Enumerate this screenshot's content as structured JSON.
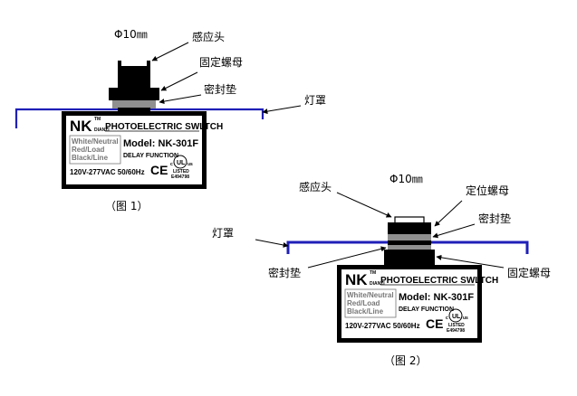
{
  "diagram1": {
    "dim_label": "Φ10㎜",
    "sensor_label": "感应头",
    "nut_label": "固定螺母",
    "gasket_label": "密封垫",
    "shade_label": "灯罩",
    "caption": "（图 1）"
  },
  "diagram2": {
    "dim_label": "Φ10㎜",
    "sensor_label": "感应头",
    "locating_nut_label": "定位螺母",
    "gasket_top_label": "密封垫",
    "shade_label": "灯罩",
    "gasket_bottom_label": "密封垫",
    "fixing_nut_label": "固定螺母",
    "caption": "（图 2）"
  },
  "product": {
    "brand": "NK",
    "brand_tm": "TM",
    "brand_sub": "DIANZI",
    "title": "PHOTOELECTRIC SWLTCH",
    "model": "Model:  NK-301F",
    "delay": "DELAY FUNCTION",
    "wires": [
      "White/Neutral",
      "Red/Load",
      "Black/Line"
    ],
    "voltage": "120V-277VAC 50/60Hz",
    "ce": "CE",
    "ul_c": "c",
    "ul_us": "us",
    "listed": "LISTED",
    "listed_no": "E494798"
  },
  "colors": {
    "shade_line": "#1f1fb8",
    "nut_dark": "#0a0a0a",
    "gasket": "#8f8f8f",
    "sensor_face": "#ffffff"
  }
}
